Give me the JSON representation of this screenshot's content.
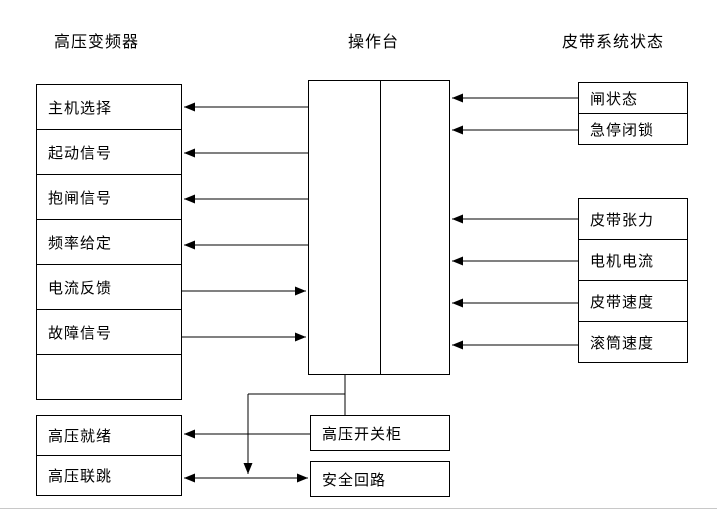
{
  "headers": {
    "left": "高压变频器",
    "center": "操作台",
    "right": "皮带系统状态"
  },
  "left_column": {
    "items": [
      {
        "label": "主机选择"
      },
      {
        "label": "起动信号"
      },
      {
        "label": "抱闸信号"
      },
      {
        "label": "频率给定"
      },
      {
        "label": "电流反馈"
      },
      {
        "label": "故障信号"
      },
      {
        "label": ""
      }
    ],
    "bottom_items": [
      {
        "label": "高压就绪"
      },
      {
        "label": "高压联跳"
      }
    ]
  },
  "right_column": {
    "top_items": [
      {
        "label": "闸状态"
      },
      {
        "label": "急停闭锁"
      }
    ],
    "bottom_items": [
      {
        "label": "皮带张力"
      },
      {
        "label": "电机电流"
      },
      {
        "label": "皮带速度"
      },
      {
        "label": "滚筒速度"
      }
    ]
  },
  "bottom_boxes": [
    {
      "label": "高压开关柜"
    },
    {
      "label": "安全回路"
    }
  ],
  "colors": {
    "line": "#000000",
    "background": "#ffffff"
  }
}
